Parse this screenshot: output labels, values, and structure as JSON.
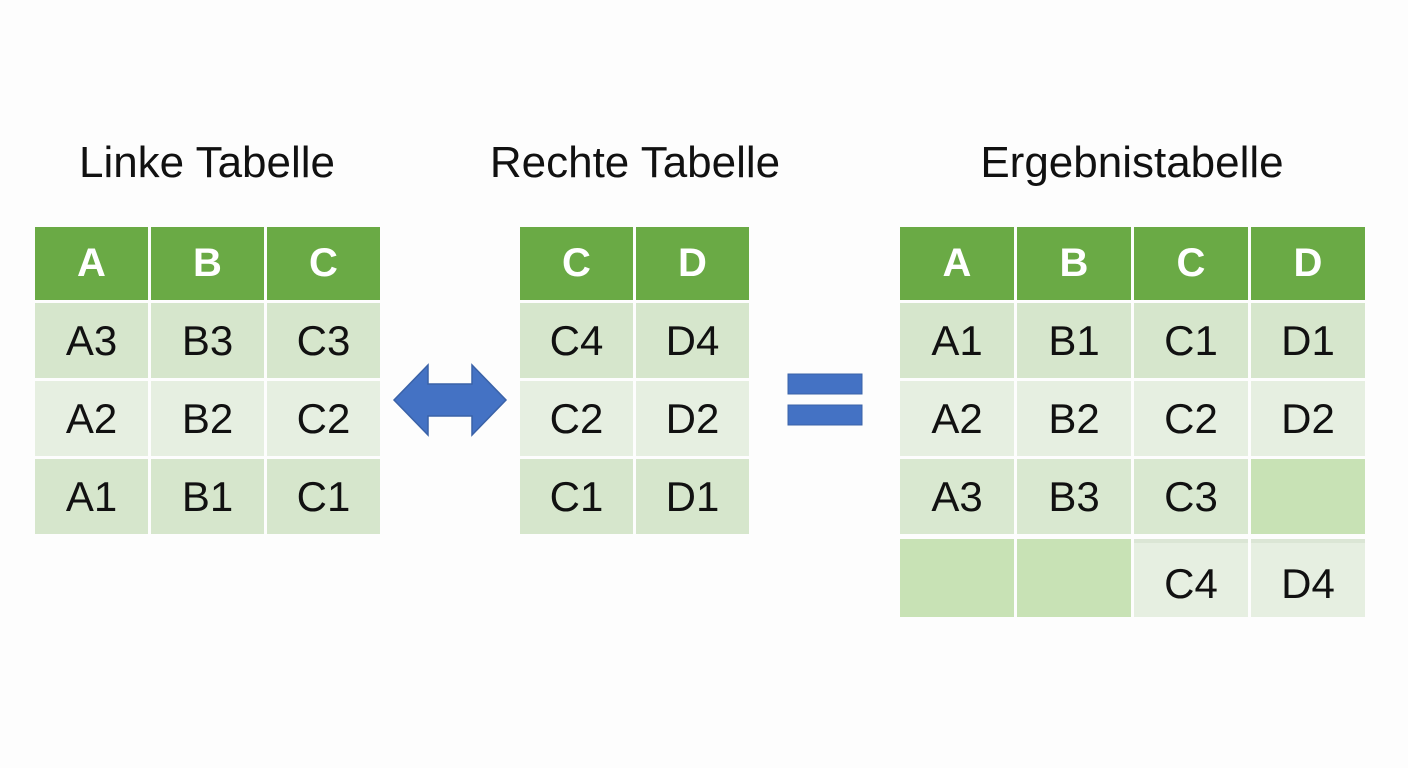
{
  "titles": {
    "left": "Linke Tabelle",
    "right": "Rechte Tabelle",
    "result": "Ergebnistabelle"
  },
  "colors": {
    "header_green": "#6aaa45",
    "cell_green": "#d6e6cc",
    "cell_light": "#e6efe1",
    "empty_green": "#c8e2b5",
    "symbol_blue": "#4472c4"
  },
  "left_table": {
    "headers": [
      "A",
      "B",
      "C"
    ],
    "rows": [
      [
        "A3",
        "B3",
        "C3"
      ],
      [
        "A2",
        "B2",
        "C2"
      ],
      [
        "A1",
        "B1",
        "C1"
      ]
    ]
  },
  "right_table": {
    "headers": [
      "C",
      "D"
    ],
    "rows": [
      [
        "C4",
        "D4"
      ],
      [
        "C2",
        "D2"
      ],
      [
        "C1",
        "D1"
      ]
    ]
  },
  "result_table": {
    "headers": [
      "A",
      "B",
      "C",
      "D"
    ],
    "rows": [
      [
        "A1",
        "B1",
        "C1",
        "D1"
      ],
      [
        "A2",
        "B2",
        "C2",
        "D2"
      ],
      [
        "A3",
        "B3",
        "C3",
        ""
      ],
      [
        "",
        "",
        "C4",
        "D4"
      ]
    ]
  },
  "symbols": {
    "join": "double-arrow-icon",
    "equals": "equals-icon"
  }
}
